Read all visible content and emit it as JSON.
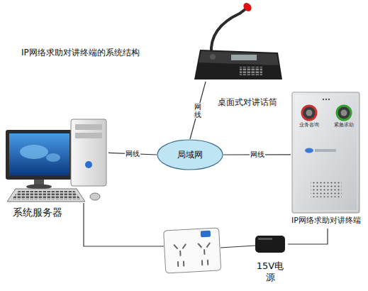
{
  "diagram": {
    "title": "IP网络求助对讲终端的系统结构",
    "nodes": [
      {
        "text": [
          "桌面式对讲话筒"
        ]
      },
      {
        "text": [
          "系统服务器"
        ]
      },
      {
        "text": [
          "局域网"
        ]
      },
      {
        "text": [
          "IP网络求助对讲终端"
        ]
      },
      {
        "text": [
          "15V电源"
        ]
      }
    ],
    "edges": [
      {
        "from": 1,
        "to": 2,
        "label": "网线",
        "arrow": "none"
      },
      {
        "from": 0,
        "to": 2,
        "label": "网线",
        "arrow": "none"
      },
      {
        "from": 2,
        "to": 3,
        "label": "网线",
        "arrow": "none"
      },
      {
        "from": 4,
        "to": 3,
        "arrow": "none"
      }
    ],
    "labels": [
      "业务咨询",
      "紧急求助"
    ]
  }
}
